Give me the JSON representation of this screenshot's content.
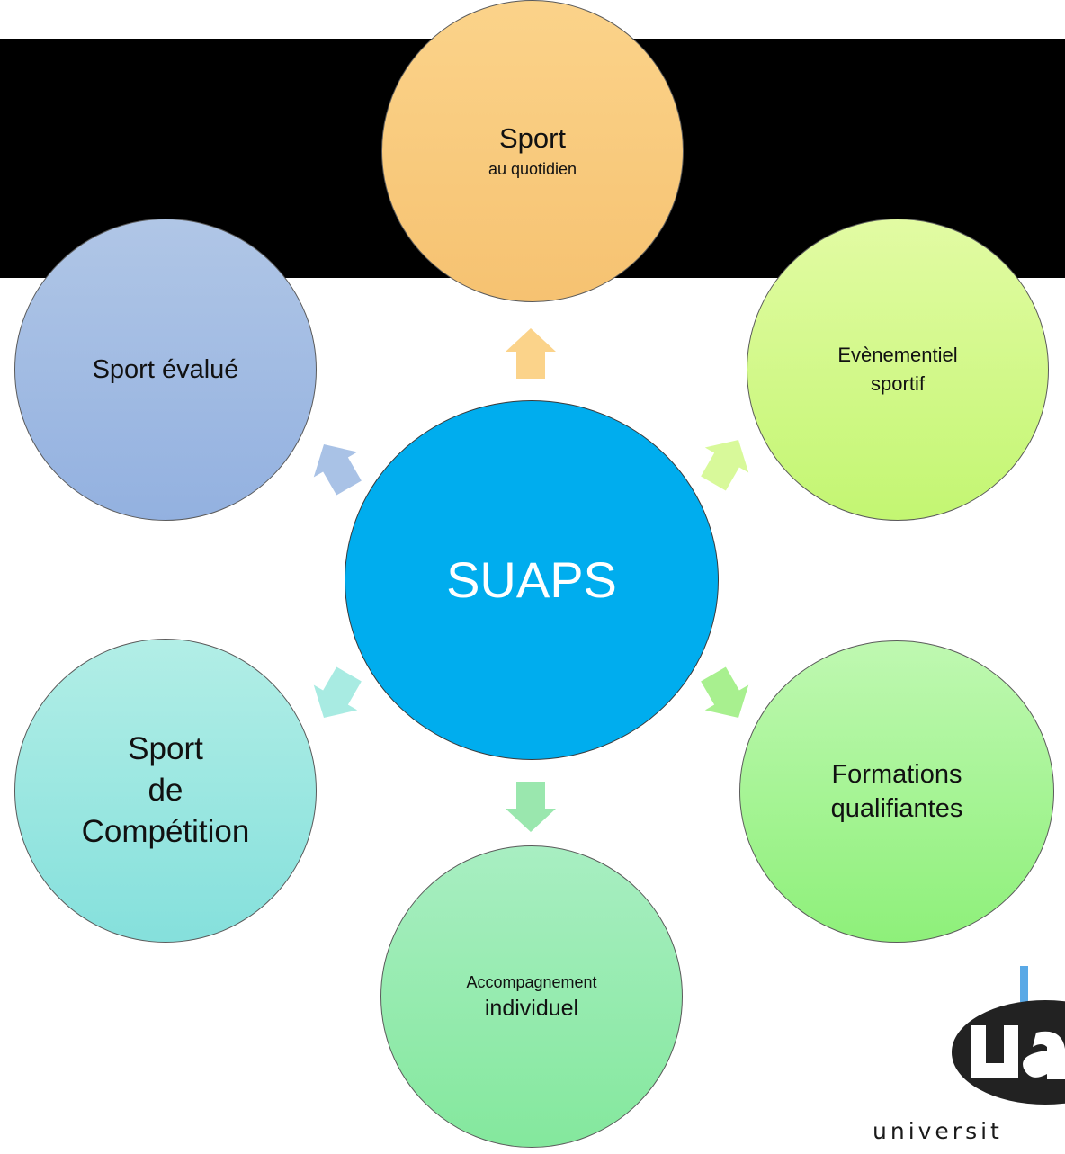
{
  "diagram": {
    "center": {
      "label": "SUAPS"
    },
    "nodes": [
      {
        "id": "top",
        "lines": [
          "Sport",
          "au quotidien"
        ],
        "color": "#f6c271"
      },
      {
        "id": "top-right",
        "lines": [
          "Evènementiel",
          "sportif"
        ],
        "color": "#c3f672"
      },
      {
        "id": "bottom-right",
        "lines": [
          "Formations",
          "qualifiantes"
        ],
        "color": "#8ef07a"
      },
      {
        "id": "bottom",
        "lines": [
          "Accompagnement",
          "individuel"
        ],
        "color": "#84e89d"
      },
      {
        "id": "bottom-left",
        "lines": [
          "Sport",
          "de",
          "Compétition"
        ],
        "color": "#85e0dc"
      },
      {
        "id": "top-left",
        "lines": [
          "Sport évalué"
        ],
        "color": "#93b1e0"
      }
    ],
    "center_color": "#00adee"
  },
  "logo": {
    "word": "universit"
  }
}
